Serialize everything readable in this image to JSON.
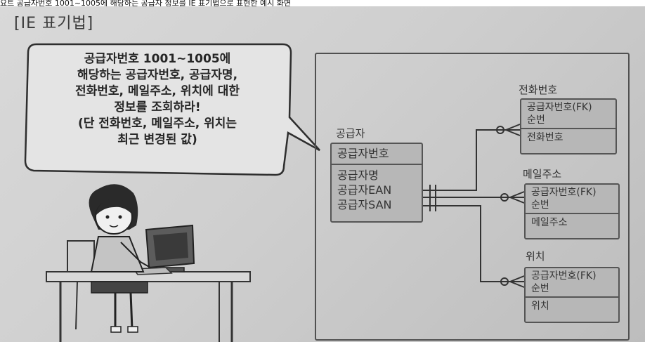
{
  "caption": "요트 공급자번호 1001~1005에 해당하는 공급자 정보를 IE 표기법으로 표현한 예시 화면",
  "section_title": "[IE 표기법]",
  "speech_bubble": {
    "lines": [
      "공급자번호 1001~1005에",
      "해당하는 공급자번호, 공급자명,",
      "전화번호, 메일주소, 위치에 대한",
      "정보를 조회하라!",
      "(단 전화번호, 메일주소, 위치는",
      "최근 변경된 값)"
    ]
  },
  "entities": {
    "supplier": {
      "title": "공급자",
      "key": "공급자번호",
      "attributes": [
        "공급자명",
        "공급자EAN",
        "공급자SAN"
      ]
    },
    "phone": {
      "title": "전화번호",
      "keys": [
        "공급자번호(FK)",
        "순번"
      ],
      "attribute": "전화번호"
    },
    "email": {
      "title": "메일주소",
      "keys": [
        "공급자번호(FK)",
        "순번"
      ],
      "attribute": "메일주소"
    },
    "location": {
      "title": "위치",
      "keys": [
        "공급자번호(FK)",
        "순번"
      ],
      "attribute": "위치"
    }
  }
}
